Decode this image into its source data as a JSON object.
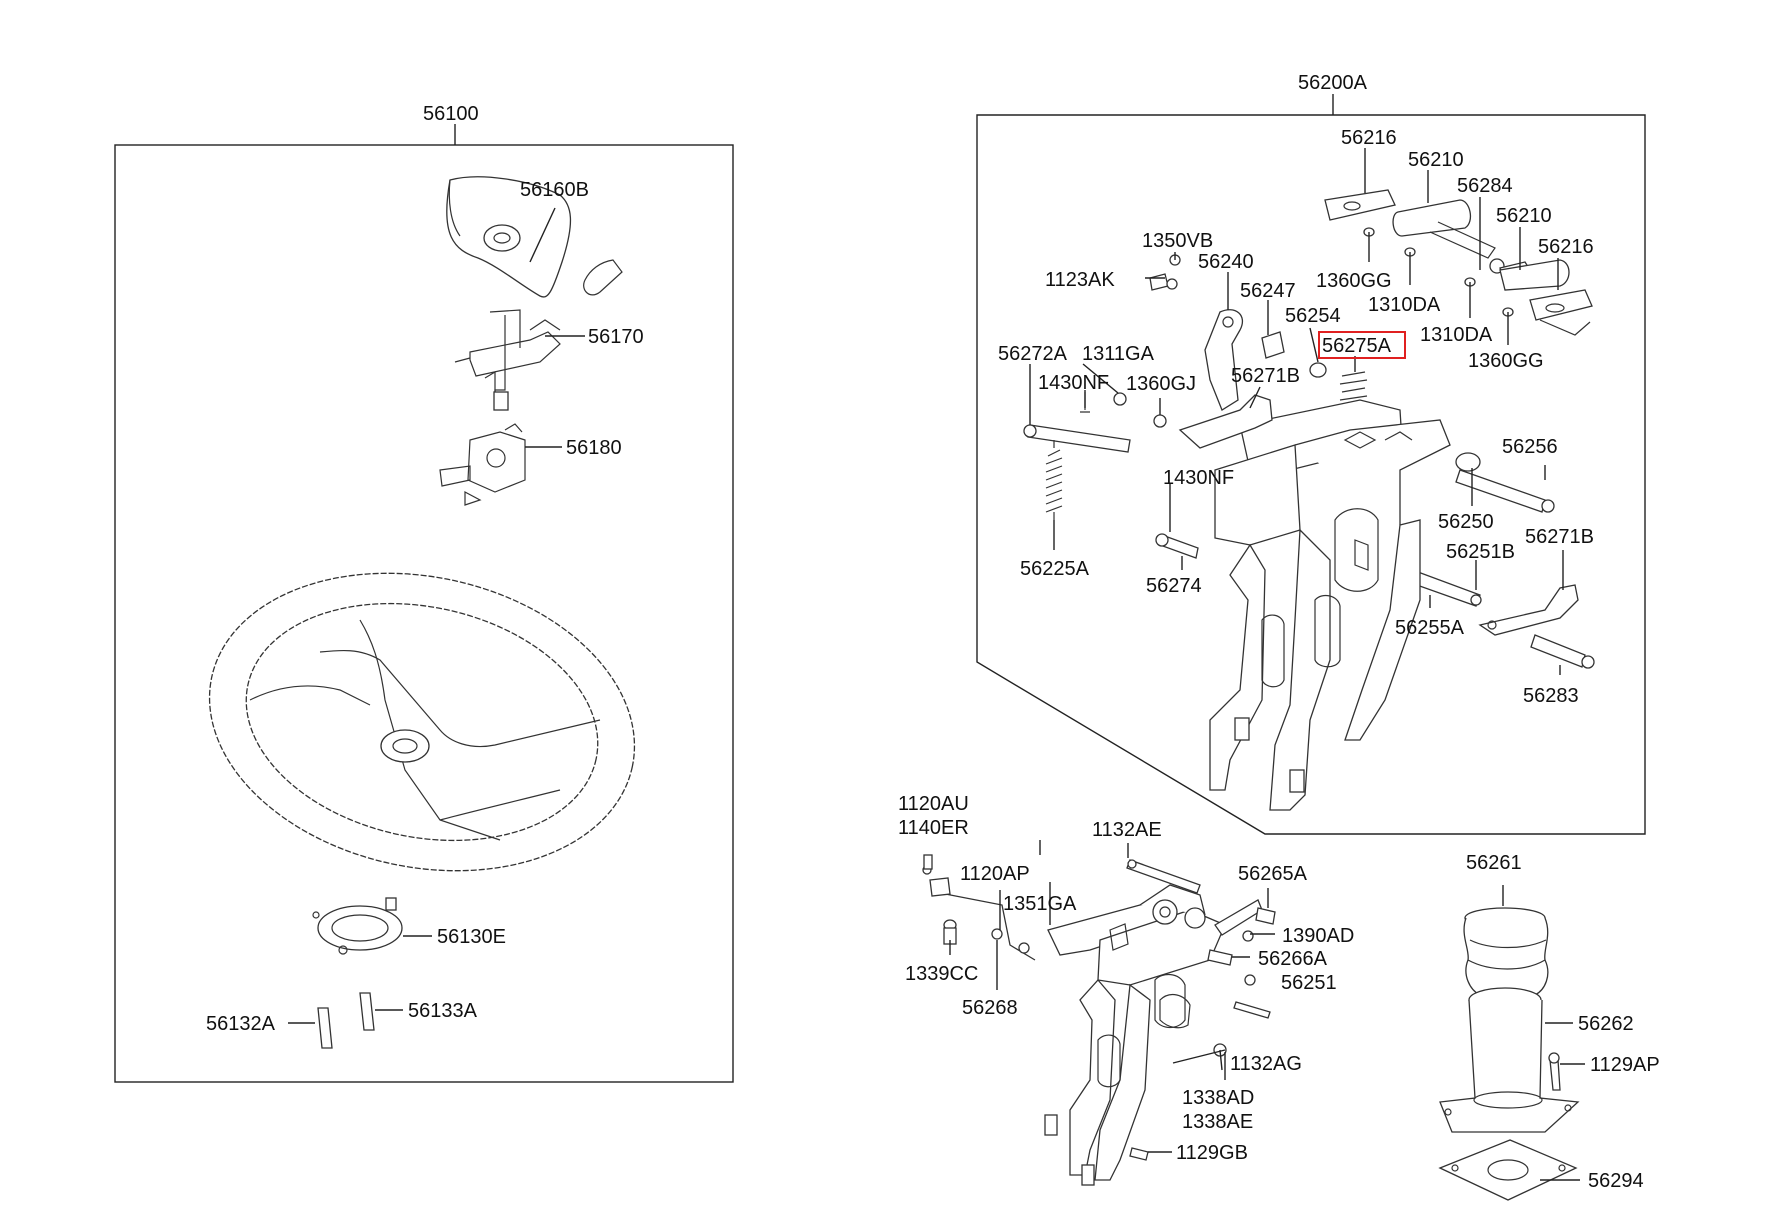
{
  "diagram": {
    "labels": {
      "l56100": "56100",
      "l56160B": "56160B",
      "l56170": "56170",
      "l56180": "56180",
      "l56130E": "56130E",
      "l56132A": "56132A",
      "l56133A": "56133A",
      "l56200A": "56200A",
      "l56216a": "56216",
      "l56210a": "56210",
      "l56284": "56284",
      "l56210b": "56210",
      "l56216b": "56216",
      "l1350VB": "1350VB",
      "l1123AK": "1123AK",
      "l56240": "56240",
      "l56247": "56247",
      "l1360GGa": "1360GG",
      "l1310DAa": "1310DA",
      "l56254": "56254",
      "l1310DAb": "1310DA",
      "l56275A": "56275A",
      "l1360GGb": "1360GG",
      "l56272A": "56272A",
      "l1311GA": "1311GA",
      "l1430NFa": "1430NF",
      "l1360GJ": "1360GJ",
      "l56271Ba": "56271B",
      "l1430NFb": "1430NF",
      "l56256": "56256",
      "l56250": "56250",
      "l56251B": "56251B",
      "l56271Bb": "56271B",
      "l56225A": "56225A",
      "l56274": "56274",
      "l56255A": "56255A",
      "l56283": "56283",
      "l1120AU": "1120AU",
      "l1140ER": "1140ER",
      "l1132AE": "1132AE",
      "l1120AP": "1120AP",
      "l1351GA": "1351GA",
      "l56265A": "56265A",
      "l1390AD": "1390AD",
      "l56266A": "56266A",
      "l56251": "56251",
      "l1339CC": "1339CC",
      "l56268": "56268",
      "l1132AG": "1132AG",
      "l1338AD": "1338AD",
      "l1338AE": "1338AE",
      "l1129GB": "1129GB",
      "l56261": "56261",
      "l56262": "56262",
      "l1129AP": "1129AP",
      "l56294": "56294"
    },
    "highlight_color": "#e02020",
    "highlighted_part": "56275A"
  }
}
